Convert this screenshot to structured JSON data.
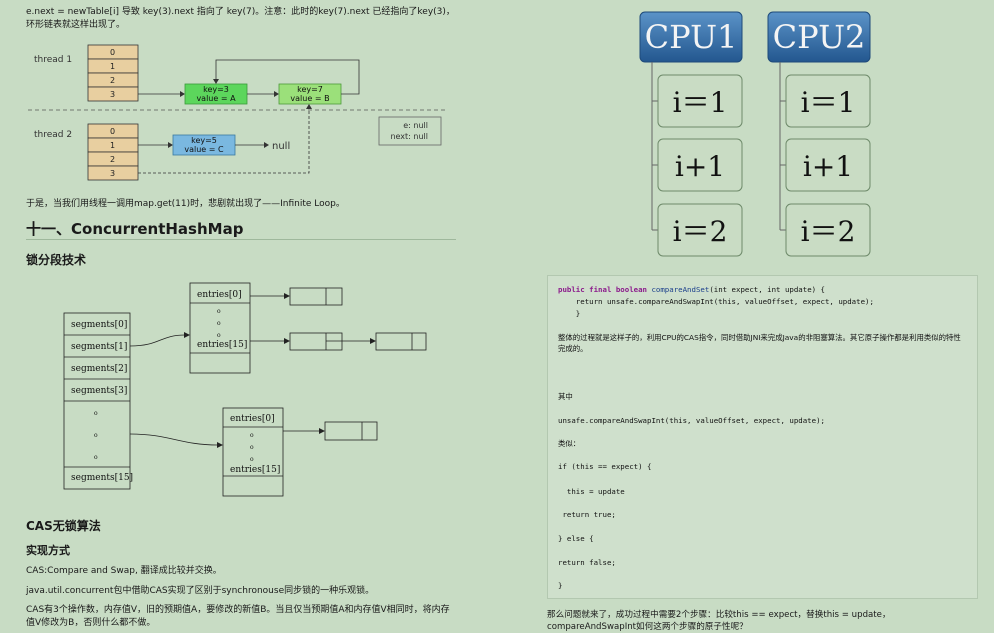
{
  "left": {
    "intro": "e.next = newTable[i] 导致 key(3).next 指向了 key(7)。注意：此时的key(7).next 已经指向了key(3)，环形链表就这样出现了。",
    "thread1": {
      "label": "thread 1",
      "slots": [
        "0",
        "1",
        "2",
        "3"
      ],
      "node_a_line1": "key=3",
      "node_a_line2": "value = A",
      "node_b_line1": "key=7",
      "node_b_line2": "value = B"
    },
    "thread2": {
      "label": "thread 2",
      "slots": [
        "0",
        "1",
        "2",
        "3"
      ],
      "node_c_line1": "key=5",
      "node_c_line2": "value = C",
      "null_text": "null",
      "e_line": "e:  null",
      "next_line": "next:  null"
    },
    "loop_text": "于是，当我们用线程一调用map.get(11)时，悲剧就出现了——Infinite Loop。",
    "section_title": "十一、ConcurrentHashMap",
    "segment_title": "锁分段技术",
    "segments_diagram": {
      "segments": [
        "segments[0]",
        "segments[1]",
        "segments[2]",
        "segments[3]",
        "segments[15]"
      ],
      "entries_top": [
        "entries[0]",
        "entries[15]"
      ],
      "entries_bottom": [
        "entries[0]",
        "entries[15]"
      ],
      "dot": "o"
    },
    "cas_title": "CAS无锁算法",
    "impl_title": "实现方式",
    "cas_def": "CAS:Compare and Swap, 翻译成比较并交换。",
    "cas_pkg": "java.util.concurrent包中借助CAS实现了区别于synchronouse同步锁的一种乐观锁。",
    "cas_desc": "CAS有3个操作数，内存值V，旧的预期值A，要修改的新值B。当且仅当预期值A和内存值V相同时，将内存值V修改为B，否则什么都不做。"
  },
  "right": {
    "cpu1": {
      "label": "CPU1",
      "items": [
        "i＝1",
        "i+1",
        "i＝2"
      ]
    },
    "cpu2": {
      "label": "CPU2",
      "items": [
        "i＝1",
        "i+1",
        "i＝2"
      ]
    },
    "code": {
      "sig_public": "public final boolean ",
      "sig_name": "compareAndSet",
      "sig_args": "(int expect, int update) {",
      "ret_line": "    return unsafe.compareAndSwapInt(this, valueOffset, expect, update);",
      "close1": "    }",
      "explain": "整体的过程就是这样子的，利用CPU的CAS指令，同时借助JNI来完成Java的非阻塞算法。其它原子操作都是利用类似的特性完成的。",
      "among": "其中",
      "call": "unsafe.compareAndSwapInt(this, valueOffset, expect, update);",
      "similar": "类似：",
      "if_line": "if (this == expect) {",
      "assign": "  this = update",
      "ret_true": " return true;",
      "else_line": "} else {",
      "ret_false": "return false;",
      "close2": "}"
    },
    "bottom_text": "那么问题就来了，成功过程中需要2个步骤：比较this == expect，替换this = update，compareAndSwapInt如何这两个步骤的原子性呢？"
  }
}
